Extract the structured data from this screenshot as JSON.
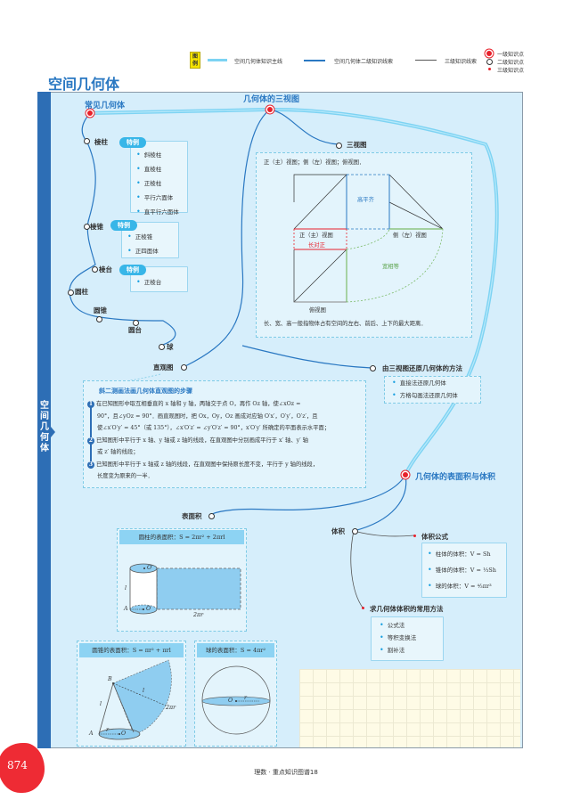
{
  "legend": {
    "key_label": "图例",
    "lines": [
      {
        "label": "空间几何体知识主线",
        "color": "#7dd3f3"
      },
      {
        "label": "空间几何体二级知识线索",
        "color": "#2a78c2"
      },
      {
        "label": "三级知识线索",
        "color": "#555555"
      }
    ],
    "points": [
      {
        "label": "一级知识点",
        "color": "#e8212b"
      },
      {
        "label": "二级知识点",
        "color": "#333333"
      },
      {
        "label": "三级知识点",
        "color": "#e8212b"
      }
    ]
  },
  "page_title": "空间几何体",
  "side_label": "空间几何体",
  "level1": {
    "common_solids": "常见几何体",
    "three_views": "几何体的三视图",
    "surface_volume": "几何体的表面积与体积"
  },
  "common_solids": {
    "items": [
      "棱柱",
      "棱锥",
      "棱台",
      "圆柱",
      "圆锥",
      "圆台",
      "球"
    ],
    "special_tag": "特例",
    "prism_specials": [
      "斜棱柱",
      "直棱柱",
      "正棱柱",
      "平行六面体",
      "直平行六面体"
    ],
    "pyramid_specials": [
      "正棱锥",
      "正四面体"
    ],
    "frustum_specials": [
      "正棱台"
    ]
  },
  "three_views": {
    "node_three_view": "三视图",
    "intro": "正（主）视图；侧（左）视图；俯视图．",
    "label_front": "正（主）视图",
    "label_side": "侧（左）视图",
    "label_top": "俯视图",
    "rule_height": "高平齐",
    "rule_length": "长对正",
    "rule_width": "宽相等",
    "footnote": "长、宽、高一般指物体占有空间的左右、前后、上下的最大距离．",
    "node_intuitive": "直观图",
    "node_restore": "由三视图还原几何体的方法",
    "restore_methods": [
      "直接法还原几何体",
      "方格勾画法还原几何体"
    ]
  },
  "oblique": {
    "title": "斜二测画法画几何体直观图的步骤",
    "steps": [
      {
        "num": "1",
        "lines": [
          "在已知图形中取互相垂直的 x 轴和 y 轴，两轴交于点 O，再作 Oz 轴，使∠xOz =",
          "90°，且∠yOz = 90°．画直观图时，把 Ox，Oy，Oz 画成对应轴 O′x′，O′y′，O′z′，且",
          "使∠x′O′y′ = 45°（或 135°），∠x′O′z′ = ∠y′O′z′ = 90°，x′O′y′ 所确定的平面表示水平面；"
        ]
      },
      {
        "num": "2",
        "lines": [
          "已知图形中平行于 x 轴、y 轴或 z 轴的线段，在直观图中分别画成平行于 x′ 轴、y′ 轴",
          "或 z′ 轴的线段；"
        ]
      },
      {
        "num": "3",
        "lines": [
          "已知图形中平行于 x 轴或 z 轴的线段，在直观图中保持原长度不变，平行于 y 轴的线段，",
          "长度变为原来的一半．"
        ]
      }
    ]
  },
  "surface": {
    "node_surface": "表面积",
    "cylinder_formula": "圆柱的表面积：S = 2πr² + 2πrl",
    "cone_formula": "圆锥的表面积：S = πr² + πrl",
    "sphere_formula": "球的表面积：S = 4πr²",
    "labels": {
      "O_prime": "O′",
      "O": "O",
      "A": "A",
      "B": "B",
      "l": "l",
      "r": "r",
      "two_pi_r": "2πr"
    }
  },
  "volume": {
    "node_volume": "体积",
    "formula_title": "体积公式",
    "formulas": [
      "柱体的体积：V = Sh",
      "锥体的体积：V = ⅓Sh",
      "球的体积：V = ⁴⁄₃πr³"
    ],
    "methods_title": "求几何体体积的常用方法",
    "methods": [
      "公式法",
      "等积变换法",
      "割补法"
    ]
  },
  "footer": {
    "page_number": "874",
    "book_title": "理数 · 重点知识图谱18"
  }
}
